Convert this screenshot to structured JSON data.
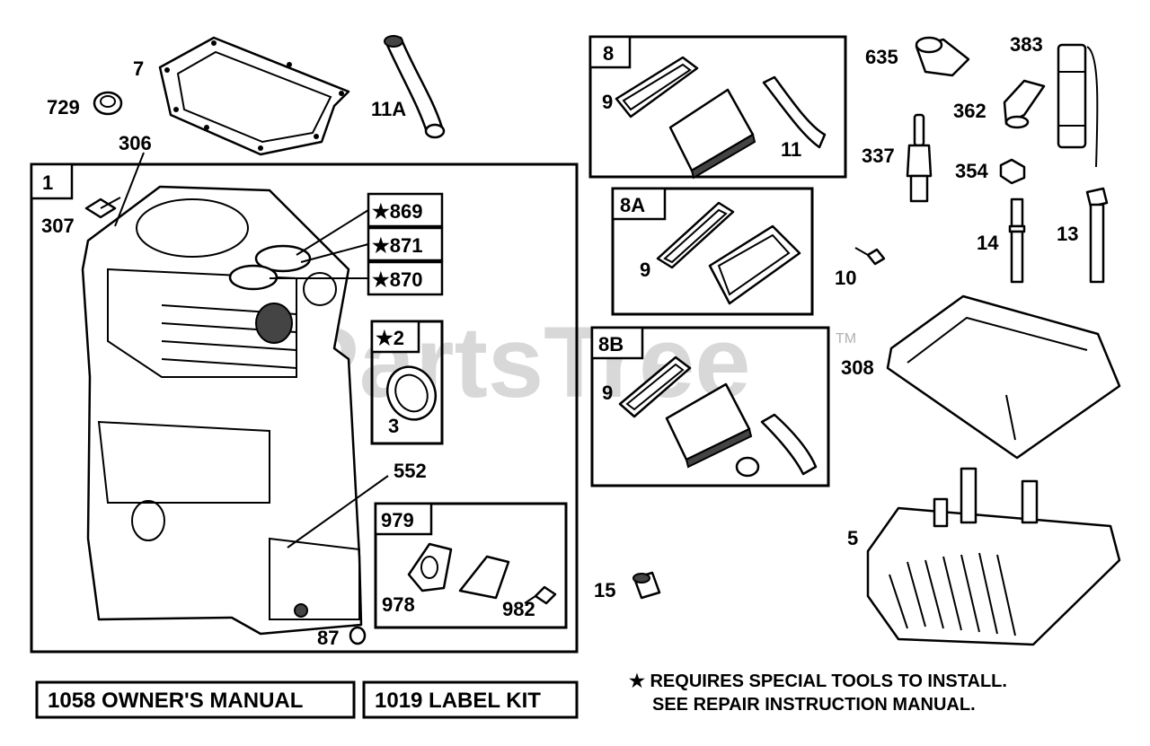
{
  "watermark": {
    "text": "PartsTree",
    "tm": "TM"
  },
  "groups": {
    "g1": "1",
    "g8": "8",
    "g8a": "8A",
    "g8b": "8B",
    "g2": "★2",
    "g979": "979",
    "g869": "★869",
    "g871": "★871",
    "g870": "★870"
  },
  "parts": {
    "p7": "7",
    "p729": "729",
    "p11a": "11A",
    "p306": "306",
    "p307": "307",
    "p3": "3",
    "p552": "552",
    "p978": "978",
    "p982": "982",
    "p87": "87",
    "p9a": "9",
    "p11": "11",
    "p9b": "9",
    "p9c": "9",
    "p10": "10",
    "p15": "15",
    "p635": "635",
    "p383": "383",
    "p362": "362",
    "p337": "337",
    "p354": "354",
    "p14": "14",
    "p13": "13",
    "p308": "308",
    "p5": "5"
  },
  "footer": {
    "manual": "1058 OWNER'S MANUAL",
    "label_kit": "1019 LABEL KIT",
    "note_line1": "★ REQUIRES SPECIAL TOOLS TO INSTALL.",
    "note_line2": "SEE REPAIR INSTRUCTION MANUAL."
  }
}
